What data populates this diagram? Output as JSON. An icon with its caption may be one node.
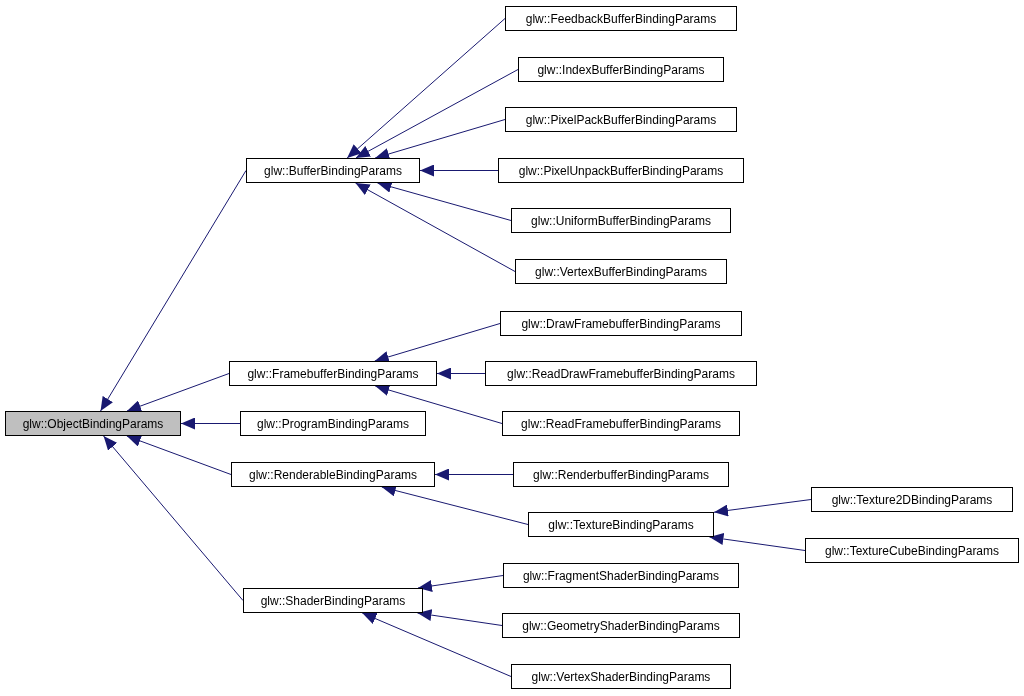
{
  "diagram": {
    "nodes": [
      {
        "text": [
          "glw::ObjectBindingParams"
        ]
      },
      {
        "text": [
          "glw::BufferBindingParams"
        ]
      },
      {
        "text": [
          "glw::FeedbackBufferBindingParams"
        ]
      },
      {
        "text": [
          "glw::IndexBufferBindingParams"
        ]
      },
      {
        "text": [
          "glw::PixelPackBufferBindingParams"
        ]
      },
      {
        "text": [
          "glw::PixelUnpackBufferBindingParams"
        ]
      },
      {
        "text": [
          "glw::UniformBufferBindingParams"
        ]
      },
      {
        "text": [
          "glw::VertexBufferBindingParams"
        ]
      },
      {
        "text": [
          "glw::FramebufferBindingParams"
        ]
      },
      {
        "text": [
          "glw::DrawFramebufferBindingParams"
        ]
      },
      {
        "text": [
          "glw::ReadDrawFramebufferBindingParams"
        ]
      },
      {
        "text": [
          "glw::ReadFramebufferBindingParams"
        ]
      },
      {
        "text": [
          "glw::ProgramBindingParams"
        ]
      },
      {
        "text": [
          "glw::RenderableBindingParams"
        ]
      },
      {
        "text": [
          "glw::RenderbufferBindingParams"
        ]
      },
      {
        "text": [
          "glw::TextureBindingParams"
        ]
      },
      {
        "text": [
          "glw::Texture2DBindingParams"
        ]
      },
      {
        "text": [
          "glw::TextureCubeBindingParams"
        ]
      },
      {
        "text": [
          "glw::ShaderBindingParams"
        ]
      },
      {
        "text": [
          "glw::FragmentShaderBindingParams"
        ]
      },
      {
        "text": [
          "glw::GeometryShaderBindingParams"
        ]
      },
      {
        "text": [
          "glw::VertexShaderBindingParams"
        ]
      }
    ],
    "edges": [
      {
        "from": 1,
        "to": 0,
        "arrow": "to"
      },
      {
        "from": 8,
        "to": 0,
        "arrow": "to"
      },
      {
        "from": 12,
        "to": 0,
        "arrow": "to"
      },
      {
        "from": 13,
        "to": 0,
        "arrow": "to"
      },
      {
        "from": 18,
        "to": 0,
        "arrow": "to"
      },
      {
        "from": 2,
        "to": 1,
        "arrow": "to"
      },
      {
        "from": 3,
        "to": 1,
        "arrow": "to"
      },
      {
        "from": 4,
        "to": 1,
        "arrow": "to"
      },
      {
        "from": 5,
        "to": 1,
        "arrow": "to"
      },
      {
        "from": 6,
        "to": 1,
        "arrow": "to"
      },
      {
        "from": 7,
        "to": 1,
        "arrow": "to"
      },
      {
        "from": 9,
        "to": 8,
        "arrow": "to"
      },
      {
        "from": 10,
        "to": 8,
        "arrow": "to"
      },
      {
        "from": 11,
        "to": 8,
        "arrow": "to"
      },
      {
        "from": 14,
        "to": 13,
        "arrow": "to"
      },
      {
        "from": 15,
        "to": 13,
        "arrow": "to"
      },
      {
        "from": 16,
        "to": 15,
        "arrow": "to"
      },
      {
        "from": 17,
        "to": 15,
        "arrow": "to"
      },
      {
        "from": 19,
        "to": 18,
        "arrow": "to"
      },
      {
        "from": 20,
        "to": 18,
        "arrow": "to"
      },
      {
        "from": 21,
        "to": 18,
        "arrow": "to"
      }
    ]
  }
}
